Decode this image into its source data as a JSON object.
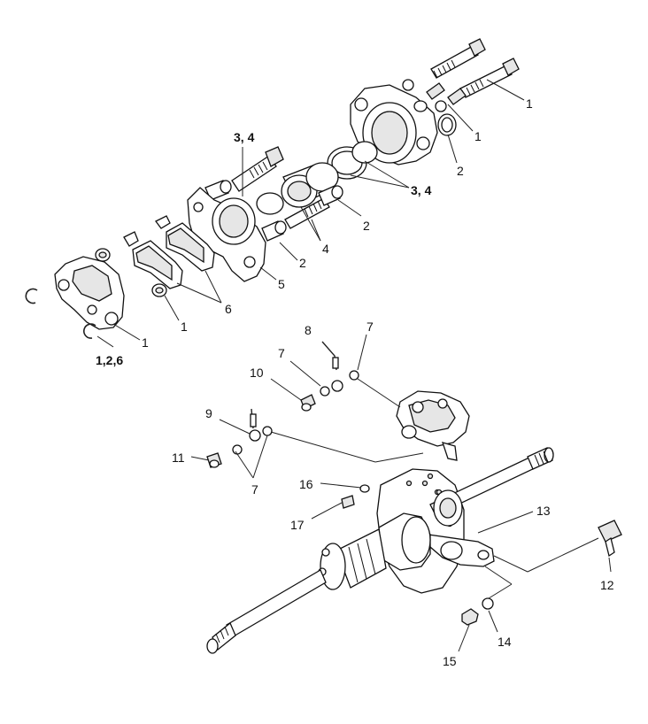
{
  "callouts": {
    "c1_bolt_top": "1",
    "c1_bleeder_top": "1",
    "c2_top": "2",
    "c34_right": "3, 4",
    "c34_top": "3, 4",
    "c2_mid": "2",
    "c4": "4",
    "c2_low": "2",
    "c5": "5",
    "c6": "6",
    "c1_pads": "1",
    "c1_left": "1",
    "c126": "1,2,6",
    "c8": "8",
    "c7_a": "7",
    "c7_b": "7",
    "c10": "10",
    "c9": "9",
    "c11": "11",
    "c7_c": "7",
    "c16": "16",
    "c17": "17",
    "c13": "13",
    "c12": "12",
    "c14": "14",
    "c15": "15"
  }
}
